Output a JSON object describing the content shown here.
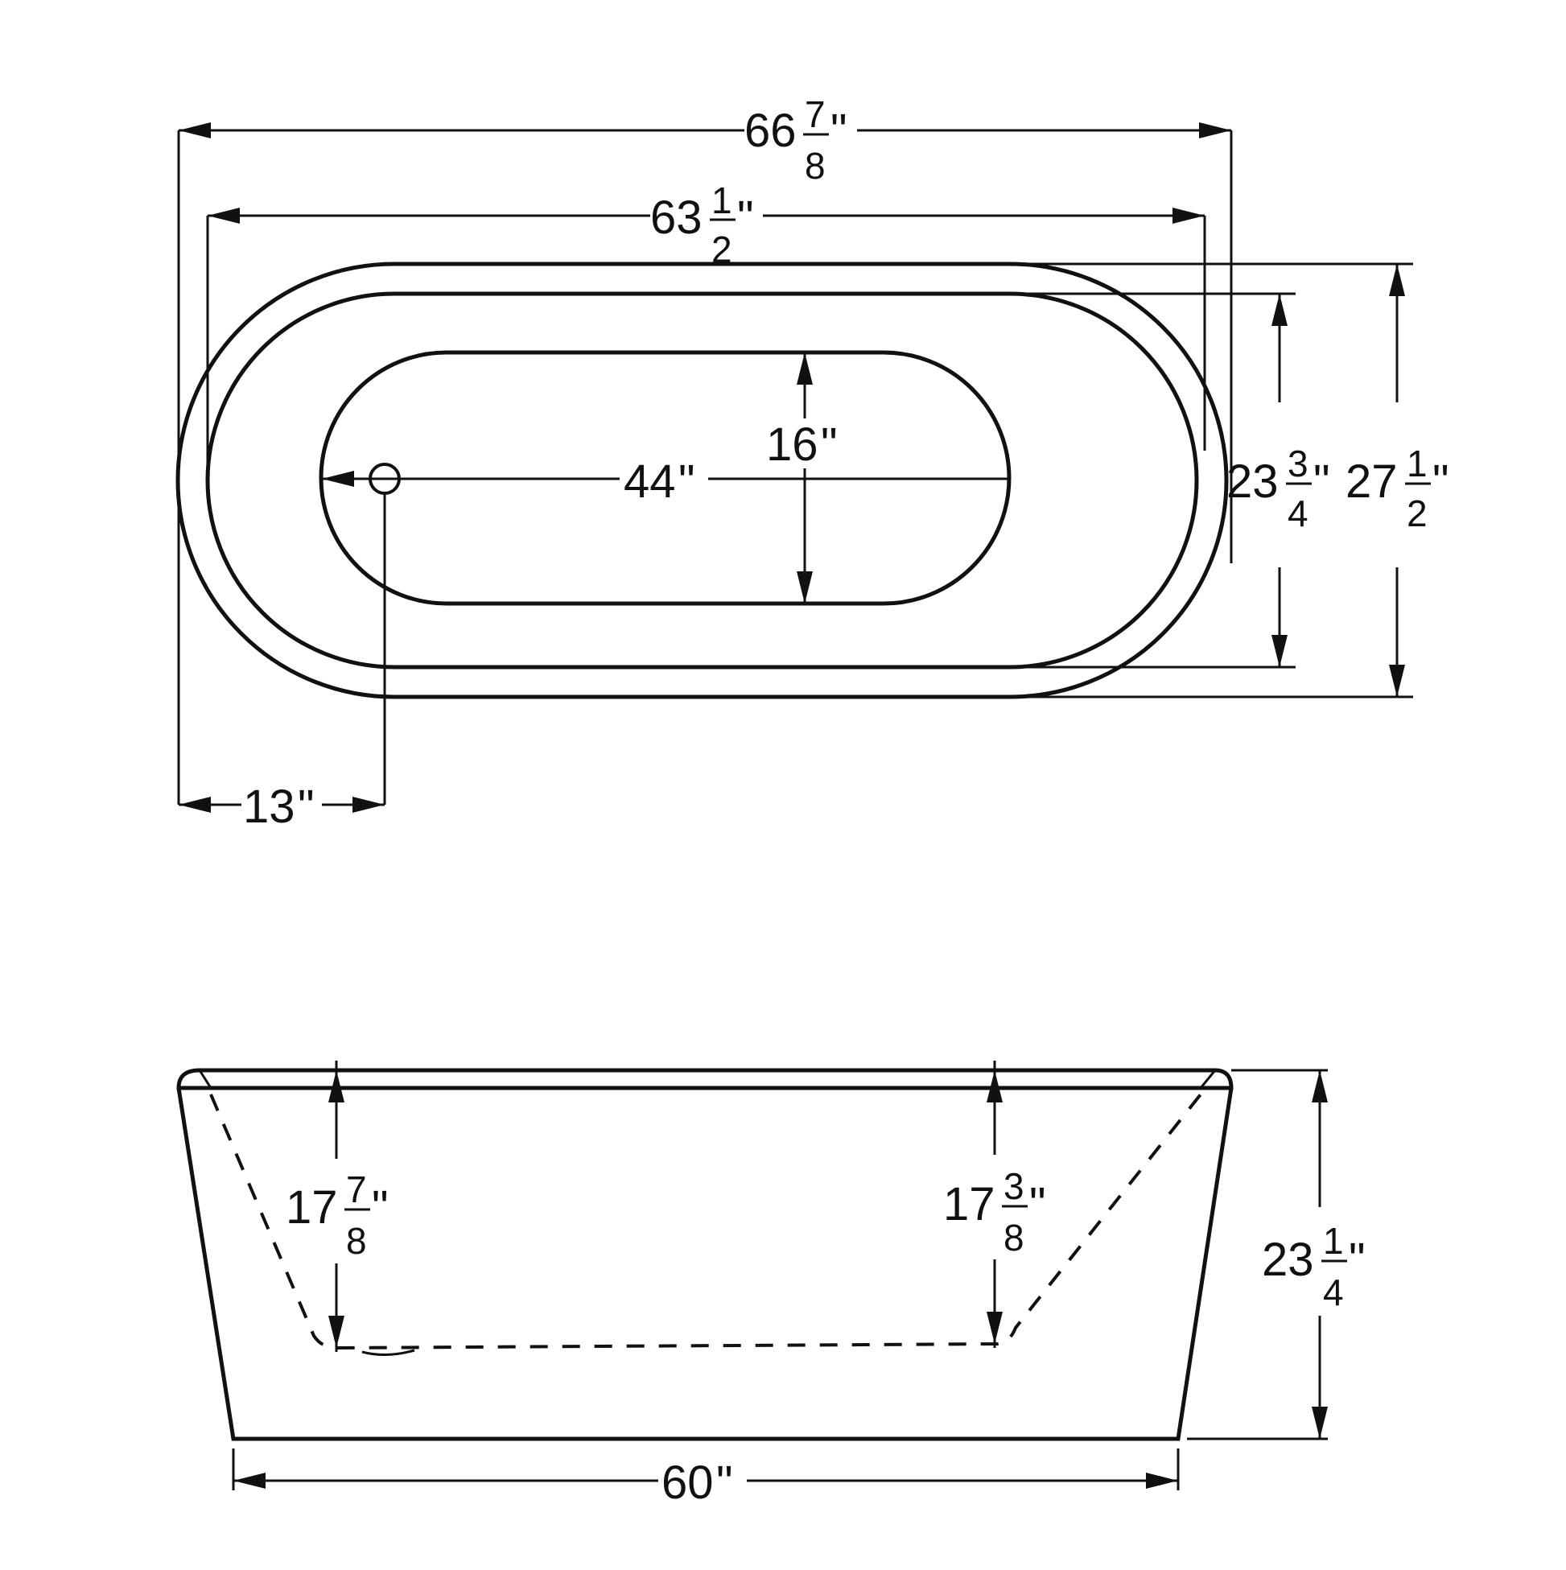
{
  "drawing": {
    "type": "bathtub-dimension-drawing",
    "line_color": "#111111",
    "background": "#ffffff",
    "views": {
      "top": {
        "name": "top-view",
        "dimensions": {
          "overall_length": {
            "whole": "66",
            "num": "7",
            "den": "8",
            "unit": "\""
          },
          "rim_length": {
            "whole": "63",
            "num": "1",
            "den": "2",
            "unit": "\""
          },
          "basin_length": {
            "whole": "44",
            "unit": "\""
          },
          "basin_width": {
            "whole": "16",
            "unit": "\""
          },
          "rim_width": {
            "whole": "23",
            "num": "3",
            "den": "4",
            "unit": "\""
          },
          "overall_width": {
            "whole": "27",
            "num": "1",
            "den": "2",
            "unit": "\""
          },
          "drain_offset": {
            "whole": "13",
            "unit": "\""
          }
        }
      },
      "side": {
        "name": "side-view",
        "dimensions": {
          "depth_left": {
            "whole": "17",
            "num": "7",
            "den": "8",
            "unit": "\""
          },
          "depth_right": {
            "whole": "17",
            "num": "3",
            "den": "8",
            "unit": "\""
          },
          "overall_height": {
            "whole": "23",
            "num": "1",
            "den": "4",
            "unit": "\""
          },
          "base_length": {
            "whole": "60",
            "unit": "\""
          }
        }
      }
    }
  }
}
